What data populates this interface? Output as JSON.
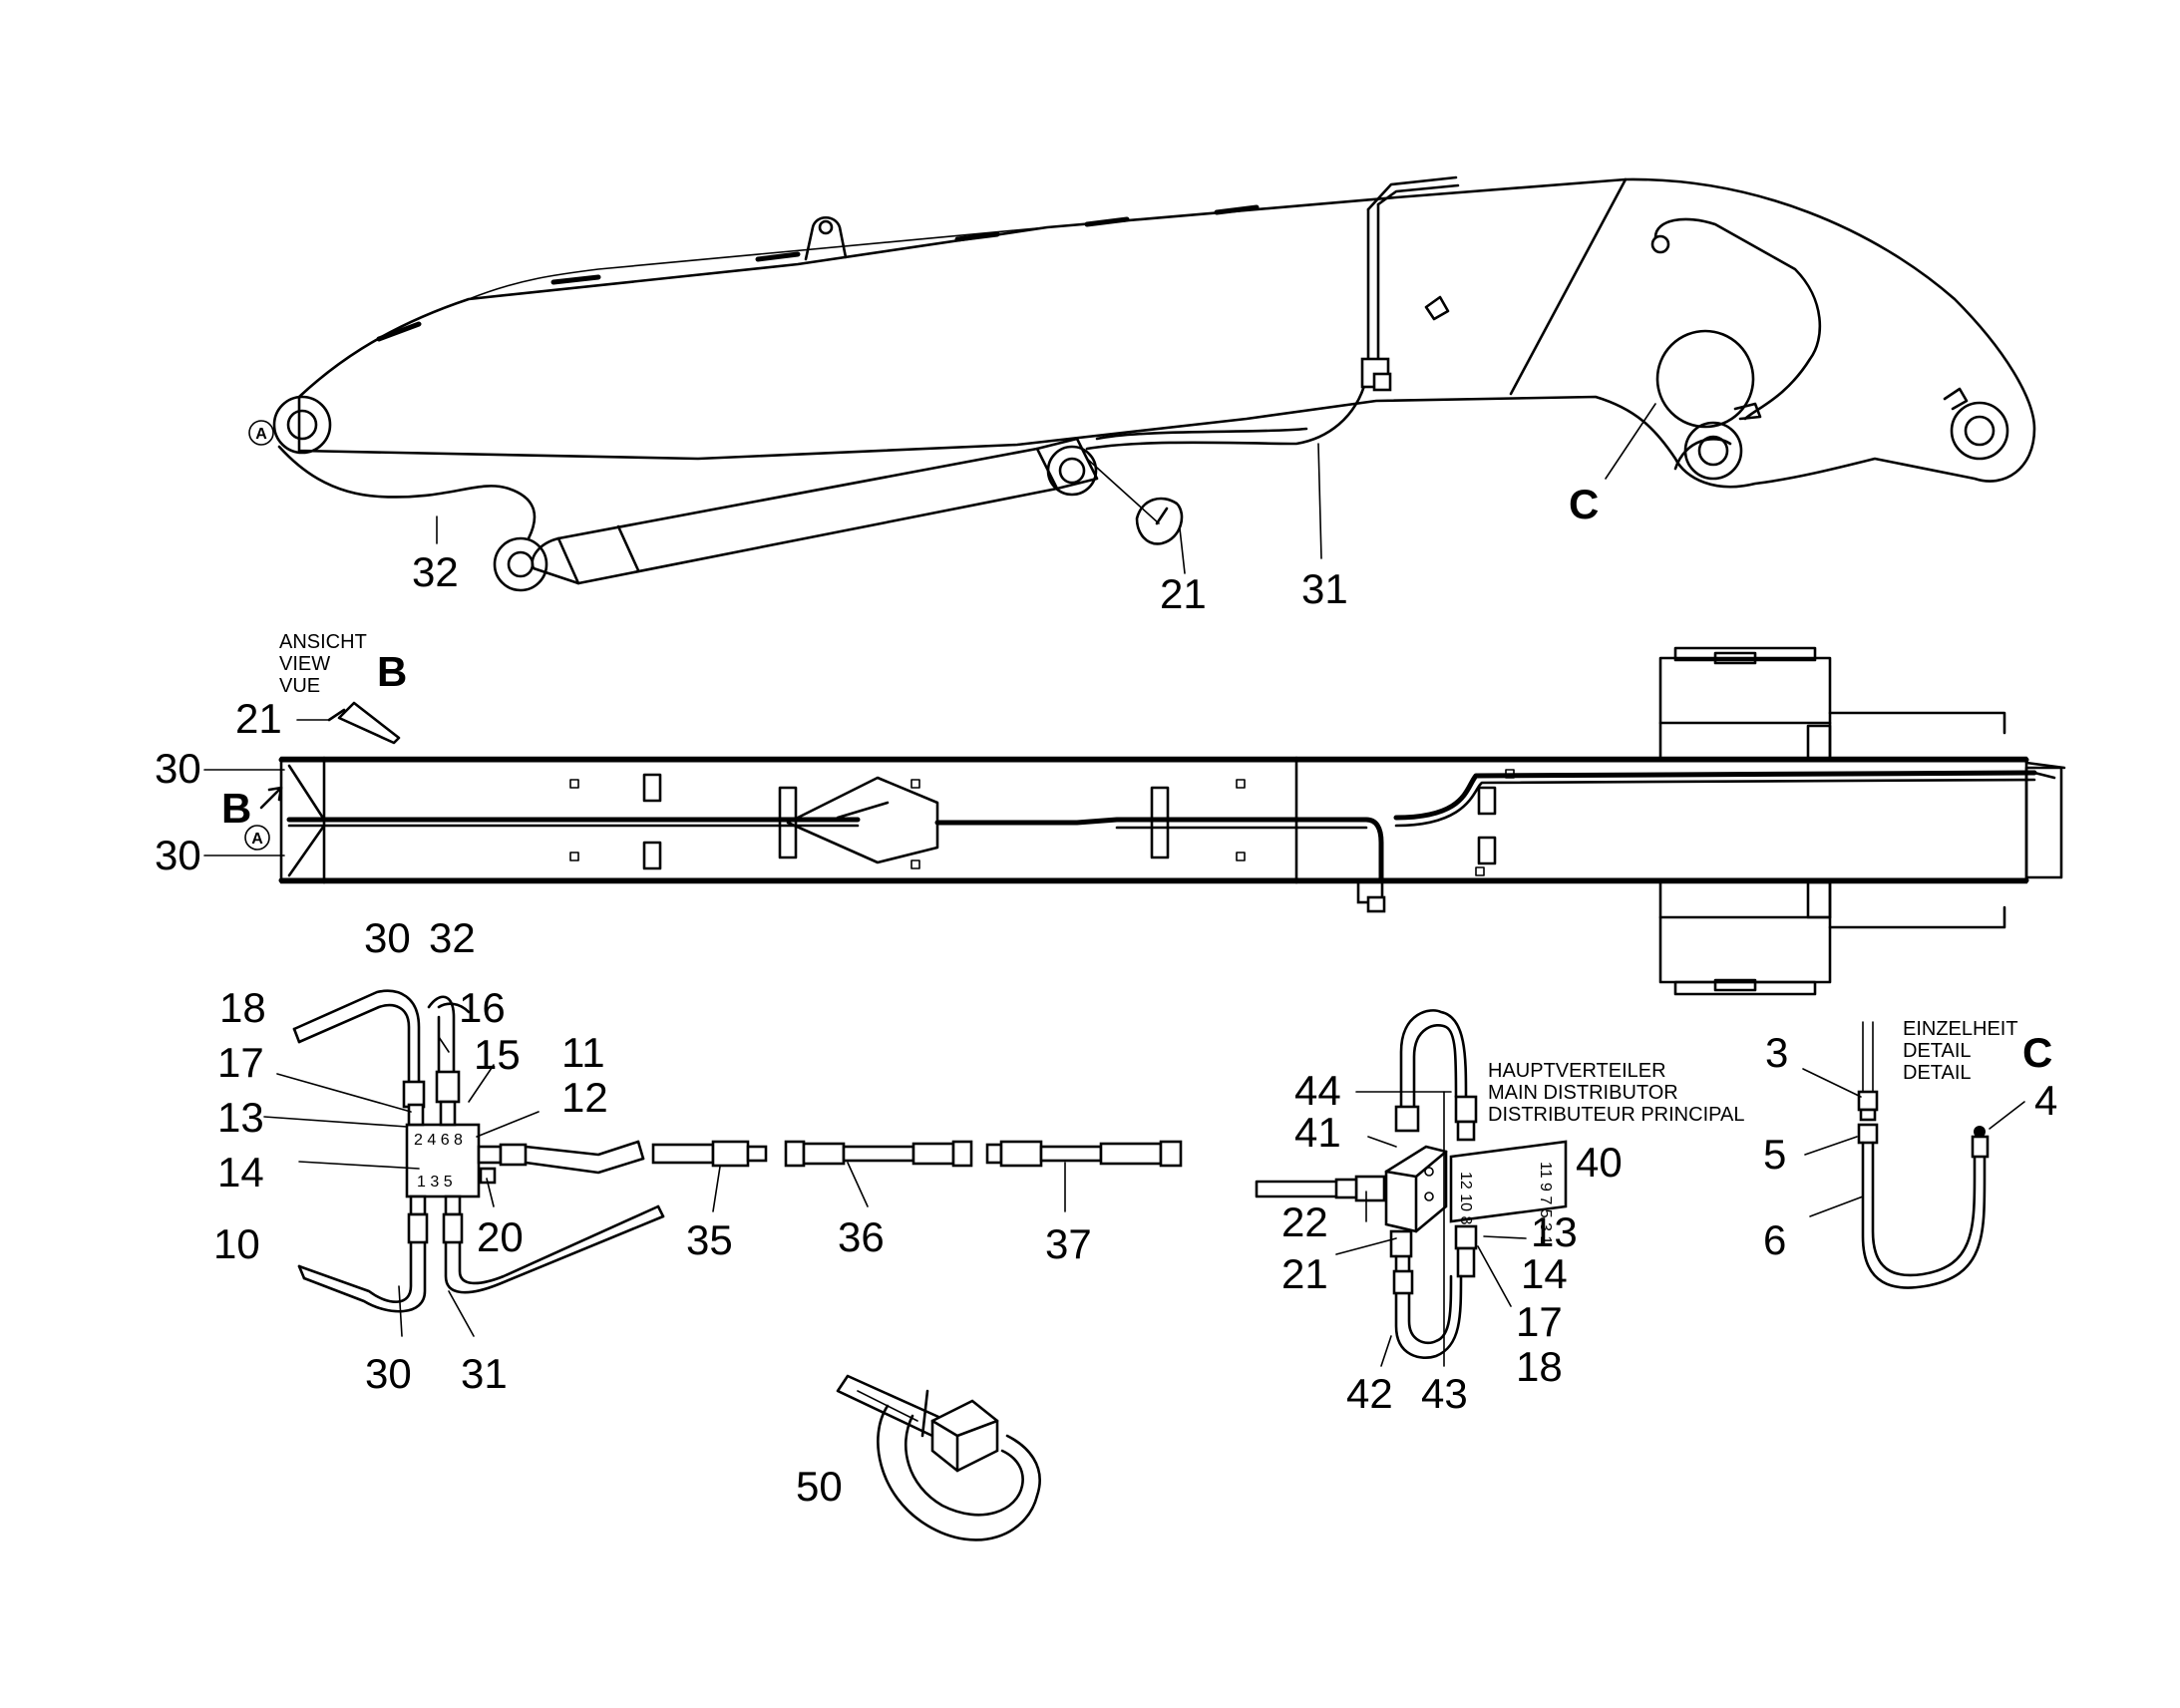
{
  "callouts": {
    "top": [
      "32",
      "21",
      "31"
    ],
    "c_letter": "C",
    "view_b": {
      "line1": "ANSICHT",
      "line2": "VIEW",
      "line3": "VUE",
      "letter": "B"
    },
    "view_b_part": "21",
    "left_30_top": "30",
    "left_30_bottom": "30",
    "b_arrow": "B",
    "circle_a": "A",
    "left_block": [
      "30",
      "32",
      "18",
      "16",
      "17",
      "15",
      "11",
      "13",
      "12",
      "14",
      "10",
      "20",
      "30",
      "31"
    ],
    "hoses": [
      "35",
      "36",
      "37"
    ],
    "tie": "50",
    "main_dist": [
      "44",
      "41",
      "40",
      "22",
      "21",
      "13",
      "14",
      "17",
      "18",
      "42",
      "43"
    ],
    "main_dist_title": [
      "HAUPTVERTEILER",
      "MAIN DISTRIBUTOR",
      "DISTRIBUTEUR PRINCIPAL"
    ],
    "detail_c_title": [
      "EINZELHEIT",
      "DETAIL",
      "DETAIL"
    ],
    "detail_c_letter": "C",
    "detail_c": [
      "3",
      "4",
      "5",
      "6"
    ]
  },
  "icons": [
    "boom-side-view",
    "boom-top-view",
    "distributor-block",
    "hose-assembly",
    "cable-tie",
    "lubrication-fitting"
  ]
}
